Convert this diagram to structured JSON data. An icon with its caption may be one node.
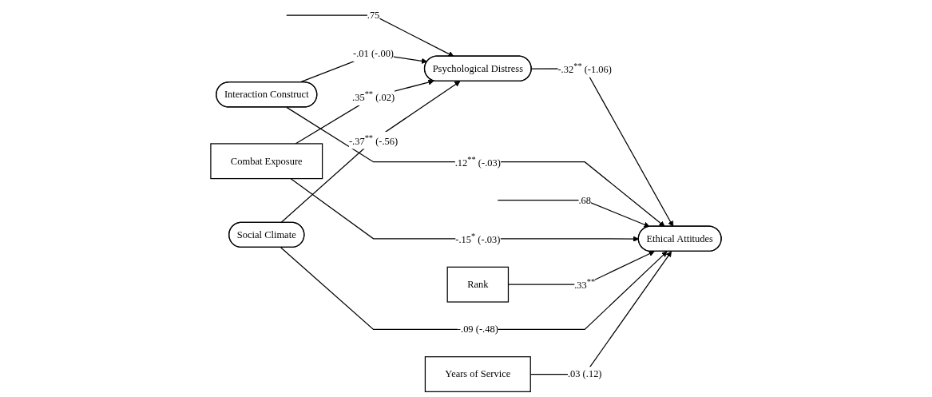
{
  "diagram": {
    "nodes": [
      {
        "text": [
          "Psychological Distress"
        ]
      },
      {
        "text": [
          "Interaction Construct"
        ]
      },
      {
        "text": [
          "Combat Exposure"
        ]
      },
      {
        "text": [
          "Ethical Attitudes"
        ]
      },
      {
        "text": [
          "Rank"
        ]
      },
      {
        "text": [
          "Social Climate"
        ]
      },
      {
        "text": [
          "Years of Service"
        ]
      }
    ],
    "edges": [
      {
        "from": null,
        "to": 0,
        "arrow": "to",
        "label": ".75"
      },
      {
        "from": 1,
        "to": 0,
        "arrow": "to",
        "label": "-.01 (-.00)"
      },
      {
        "from": 2,
        "to": 0,
        "arrow": "to",
        "label": ".35$^{**}$ (.02)"
      },
      {
        "from": 5,
        "to": 0,
        "arrow": "to",
        "label": "-.37$^{**}$ (-.56)"
      },
      {
        "from": 0,
        "to": 3,
        "arrow": "to",
        "label": "-.32$^{**}$ (-1.06)"
      },
      {
        "from": 1,
        "to": 3,
        "arrow": "to",
        "label": ".12$^{**}$ (-.03)"
      },
      {
        "from": null,
        "to": 3,
        "arrow": "to",
        "label": ".68"
      },
      {
        "from": 2,
        "to": 3,
        "arrow": "to",
        "label": "-.15$^{*}$ (-.03)"
      },
      {
        "from": 4,
        "to": 3,
        "arrow": "to",
        "label": ".33$^{**}$"
      },
      {
        "from": 5,
        "to": 3,
        "arrow": "to",
        "label": "-.09 (-.48)"
      },
      {
        "from": 6,
        "to": 3,
        "arrow": "to",
        "label": ".03 (.12)"
      }
    ]
  }
}
